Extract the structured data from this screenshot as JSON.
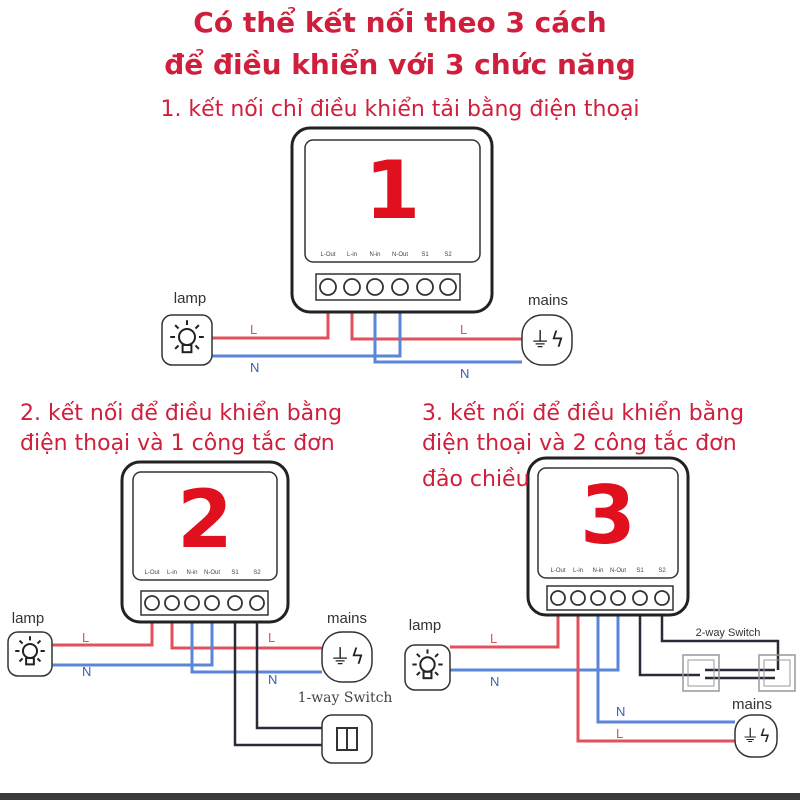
{
  "title": {
    "line1": "Có thể kết nối theo 3 cách",
    "line2": "để điều khiển với 3 chức năng"
  },
  "method1": {
    "caption": "1. kết nối chỉ điều khiển tải bằng điện thoại",
    "number": "1"
  },
  "method2": {
    "caption_line1": "2. kết nối để điều khiển bằng",
    "caption_line2": "điện thoại và 1 công tắc đơn",
    "number": "2",
    "switch_label": "1-way Switch"
  },
  "method3": {
    "caption_line1": "3. kết nối để điều khiển bằng",
    "caption_line2": "điện thoại và 2 công tắc đơn",
    "caption_line3": "đảo chiều",
    "number": "3",
    "switch_label": "2-way Switch"
  },
  "terminals": [
    "L-Out",
    "L-in",
    "N-in",
    "N-Out",
    "S1",
    "S2"
  ],
  "labels": {
    "lamp": "lamp",
    "mains": "mains",
    "live": "L",
    "neutral": "N"
  },
  "colors": {
    "title": "#d01f3c",
    "live_wire": "#e0515c",
    "neutral_wire": "#5a86d8",
    "switch_wire": "#2a2a38"
  }
}
